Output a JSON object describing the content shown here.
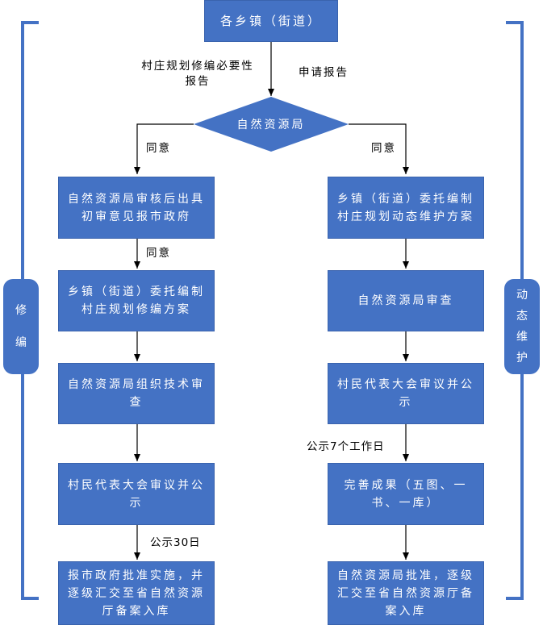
{
  "top": {
    "text": "各乡镇（街道）"
  },
  "labels": {
    "need_report": "村庄规划修编必要性报告",
    "apply_report": "申请报告",
    "agree_left": "同意",
    "agree_right": "同意",
    "agree_left2": "同意",
    "publicity_7": "公示7个工作日",
    "publicity_30": "公示30日"
  },
  "decision": {
    "text": "自然资源局"
  },
  "side_left": {
    "chars": [
      "修",
      "编"
    ]
  },
  "side_right": {
    "chars": [
      "动",
      "态",
      "维",
      "护"
    ]
  },
  "left_steps": [
    "自然资源局审核后出具初审意见报市政府",
    "乡镇（街道）委托编制村庄规划修编方案",
    "自然资源局组织技术审查",
    "村民代表大会审议并公示",
    "报市政府批准实施，并逐级汇交至省自然资源厅备案入库"
  ],
  "right_steps": [
    "乡镇（街道）委托编制村庄规划动态维护方案",
    "自然资源局审查",
    "村民代表大会审议并公示",
    "完善成果（五图、一书、一库）",
    "自然资源局批准，逐级汇交至省自然资源厅备案入库"
  ],
  "colors": {
    "box": "#4472C4",
    "line": "#000000",
    "bracket": "#4472C4"
  }
}
